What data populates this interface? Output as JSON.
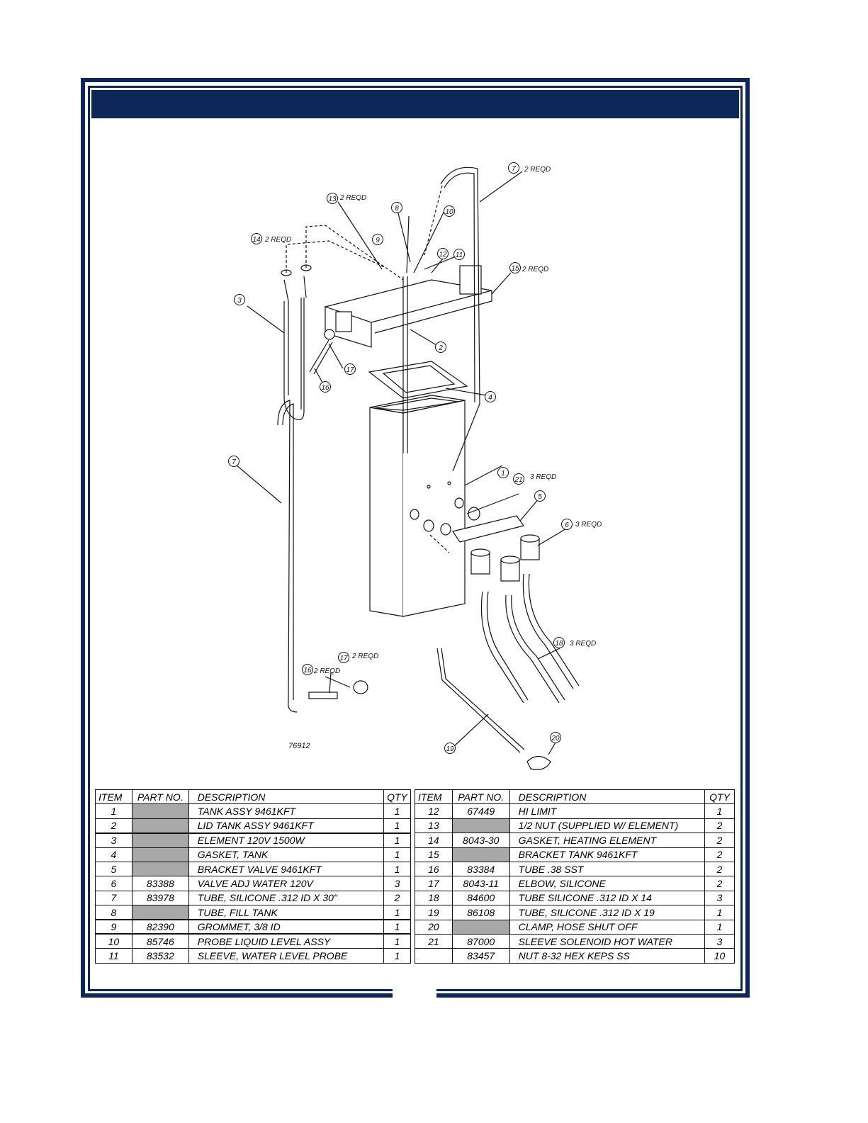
{
  "drawing_number": "76912",
  "callouts": [
    {
      "num": "1",
      "note": ""
    },
    {
      "num": "2",
      "note": ""
    },
    {
      "num": "3",
      "note": ""
    },
    {
      "num": "4",
      "note": ""
    },
    {
      "num": "5",
      "note": ""
    },
    {
      "num": "6",
      "note": "3 REQD"
    },
    {
      "num": "7",
      "note": "2 REQD"
    },
    {
      "num": "7",
      "note": ""
    },
    {
      "num": "8",
      "note": ""
    },
    {
      "num": "9",
      "note": ""
    },
    {
      "num": "10",
      "note": ""
    },
    {
      "num": "11",
      "note": ""
    },
    {
      "num": "12",
      "note": ""
    },
    {
      "num": "13",
      "note": "2 REQD"
    },
    {
      "num": "14",
      "note": "2 REQD"
    },
    {
      "num": "15",
      "note": "2 REQD"
    },
    {
      "num": "16",
      "note": ""
    },
    {
      "num": "16",
      "note": "2 REQD"
    },
    {
      "num": "17",
      "note": ""
    },
    {
      "num": "17",
      "note": "2 REQD"
    },
    {
      "num": "18",
      "note": "3 REQD"
    },
    {
      "num": "19",
      "note": ""
    },
    {
      "num": "20",
      "note": ""
    },
    {
      "num": "21",
      "note": "3 REQD"
    }
  ],
  "parts_table": {
    "headers": [
      "ITEM",
      "PART NO.",
      "DESCRIPTION",
      "QTY"
    ],
    "left": [
      {
        "item": "1",
        "part": "",
        "desc": "TANK ASSY 9461KFT",
        "qty": "1"
      },
      {
        "item": "2",
        "part": "",
        "desc": "LID TANK ASSY 9461KFT",
        "qty": "1"
      },
      {
        "item": "3",
        "part": "",
        "desc": "ELEMENT 120V 1500W",
        "qty": "1"
      },
      {
        "item": "4",
        "part": "",
        "desc": "GASKET, TANK",
        "qty": "1"
      },
      {
        "item": "5",
        "part": "",
        "desc": "BRACKET VALVE 9461KFT",
        "qty": "1"
      },
      {
        "item": "6",
        "part": "83388",
        "desc": "VALVE ADJ WATER 120V",
        "qty": "3"
      },
      {
        "item": "7",
        "part": "83978",
        "desc": "TUBE, SILICONE .312 ID X 30\"",
        "qty": "2"
      },
      {
        "item": "8",
        "part": "",
        "desc": "TUBE, FILL TANK",
        "qty": "1"
      },
      {
        "item": "9",
        "part": "82390",
        "desc": "GROMMET, 3/8 ID",
        "qty": "1"
      },
      {
        "item": "10",
        "part": "85746",
        "desc": "PROBE LIQUID LEVEL ASSY",
        "qty": "1"
      },
      {
        "item": "11",
        "part": "83532",
        "desc": "SLEEVE, WATER LEVEL PROBE",
        "qty": "1"
      }
    ],
    "right": [
      {
        "item": "12",
        "part": "67449",
        "desc": "HI LIMIT",
        "qty": "1"
      },
      {
        "item": "13",
        "part": "",
        "desc": "1/2 NUT (SUPPLIED W/ ELEMENT)",
        "qty": "2"
      },
      {
        "item": "14",
        "part": "8043-30",
        "desc": "GASKET, HEATING ELEMENT",
        "qty": "2"
      },
      {
        "item": "15",
        "part": "",
        "desc": "BRACKET TANK 9461KFT",
        "qty": "2"
      },
      {
        "item": "16",
        "part": "83384",
        "desc": "TUBE .38 SST",
        "qty": "2"
      },
      {
        "item": "17",
        "part": "8043-11",
        "desc": "ELBOW, SILICONE",
        "qty": "2"
      },
      {
        "item": "18",
        "part": "84600",
        "desc": "TUBE SILICONE .312 ID X 14",
        "qty": "3"
      },
      {
        "item": "19",
        "part": "86108",
        "desc": "TUBE, SILICONE .312 ID X 19",
        "qty": "1"
      },
      {
        "item": "20",
        "part": "",
        "desc": "CLAMP, HOSE SHUT OFF",
        "qty": "1"
      },
      {
        "item": "21",
        "part": "87000",
        "desc": "SLEEVE SOLENOID HOT WATER",
        "qty": "3"
      },
      {
        "item": "",
        "part": "83457",
        "desc": "NUT 8-32 HEX KEPS SS",
        "qty": "10"
      }
    ]
  }
}
